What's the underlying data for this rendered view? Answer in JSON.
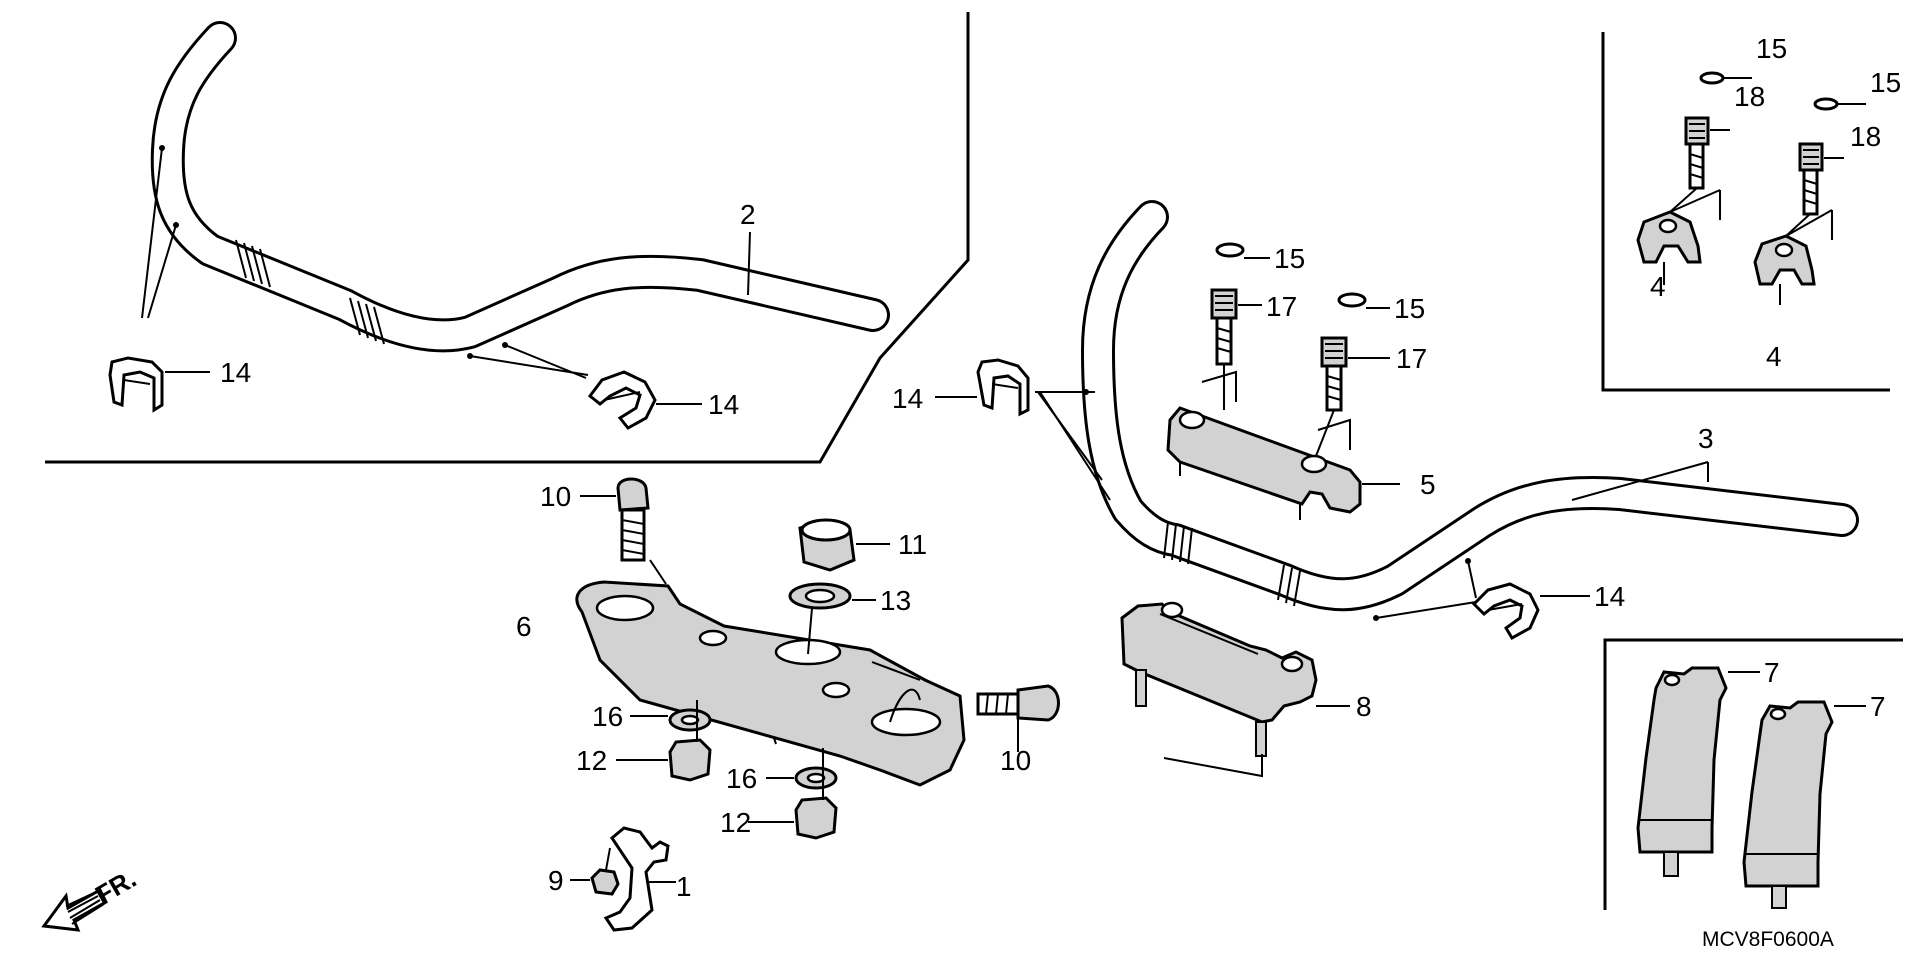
{
  "callouts": [
    {
      "id": "c-1",
      "text": "1"
    },
    {
      "id": "c-2",
      "text": "2"
    },
    {
      "id": "c-3",
      "text": "3"
    },
    {
      "id": "c-4a",
      "text": "4"
    },
    {
      "id": "c-4b",
      "text": "4"
    },
    {
      "id": "c-5",
      "text": "5"
    },
    {
      "id": "c-6",
      "text": "6"
    },
    {
      "id": "c-7a",
      "text": "7"
    },
    {
      "id": "c-7b",
      "text": "7"
    },
    {
      "id": "c-8",
      "text": "8"
    },
    {
      "id": "c-9",
      "text": "9"
    },
    {
      "id": "c-10a",
      "text": "10"
    },
    {
      "id": "c-10b",
      "text": "10"
    },
    {
      "id": "c-11",
      "text": "11"
    },
    {
      "id": "c-12a",
      "text": "12"
    },
    {
      "id": "c-12b",
      "text": "12"
    },
    {
      "id": "c-13",
      "text": "13"
    },
    {
      "id": "c-14a",
      "text": "14"
    },
    {
      "id": "c-14b",
      "text": "14"
    },
    {
      "id": "c-14c",
      "text": "14"
    },
    {
      "id": "c-14d",
      "text": "14"
    },
    {
      "id": "c-15a",
      "text": "15"
    },
    {
      "id": "c-15b",
      "text": "15"
    },
    {
      "id": "c-15c",
      "text": "15"
    },
    {
      "id": "c-15d",
      "text": "15"
    },
    {
      "id": "c-16a",
      "text": "16"
    },
    {
      "id": "c-16b",
      "text": "16"
    },
    {
      "id": "c-17a",
      "text": "17"
    },
    {
      "id": "c-17b",
      "text": "17"
    },
    {
      "id": "c-18a",
      "text": "18"
    },
    {
      "id": "c-18b",
      "text": "18"
    }
  ],
  "front_marker": "FR.",
  "diagram_code": "MCV8F0600A"
}
